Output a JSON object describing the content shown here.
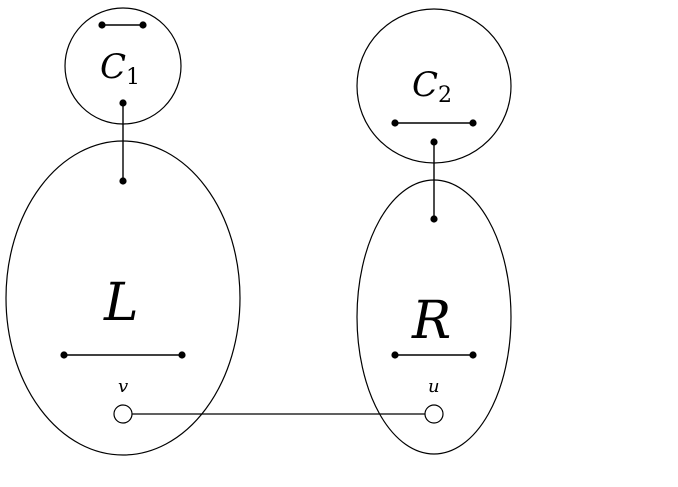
{
  "labels": {
    "c1": {
      "main": "C",
      "sub": "1"
    },
    "c2": {
      "main": "C",
      "sub": "2"
    },
    "l": "L",
    "r": "R",
    "v": "v",
    "u": "u"
  },
  "colors": {
    "stroke": "#000000",
    "background": "#ffffff",
    "open_vertex_fill": "#ffffff"
  }
}
